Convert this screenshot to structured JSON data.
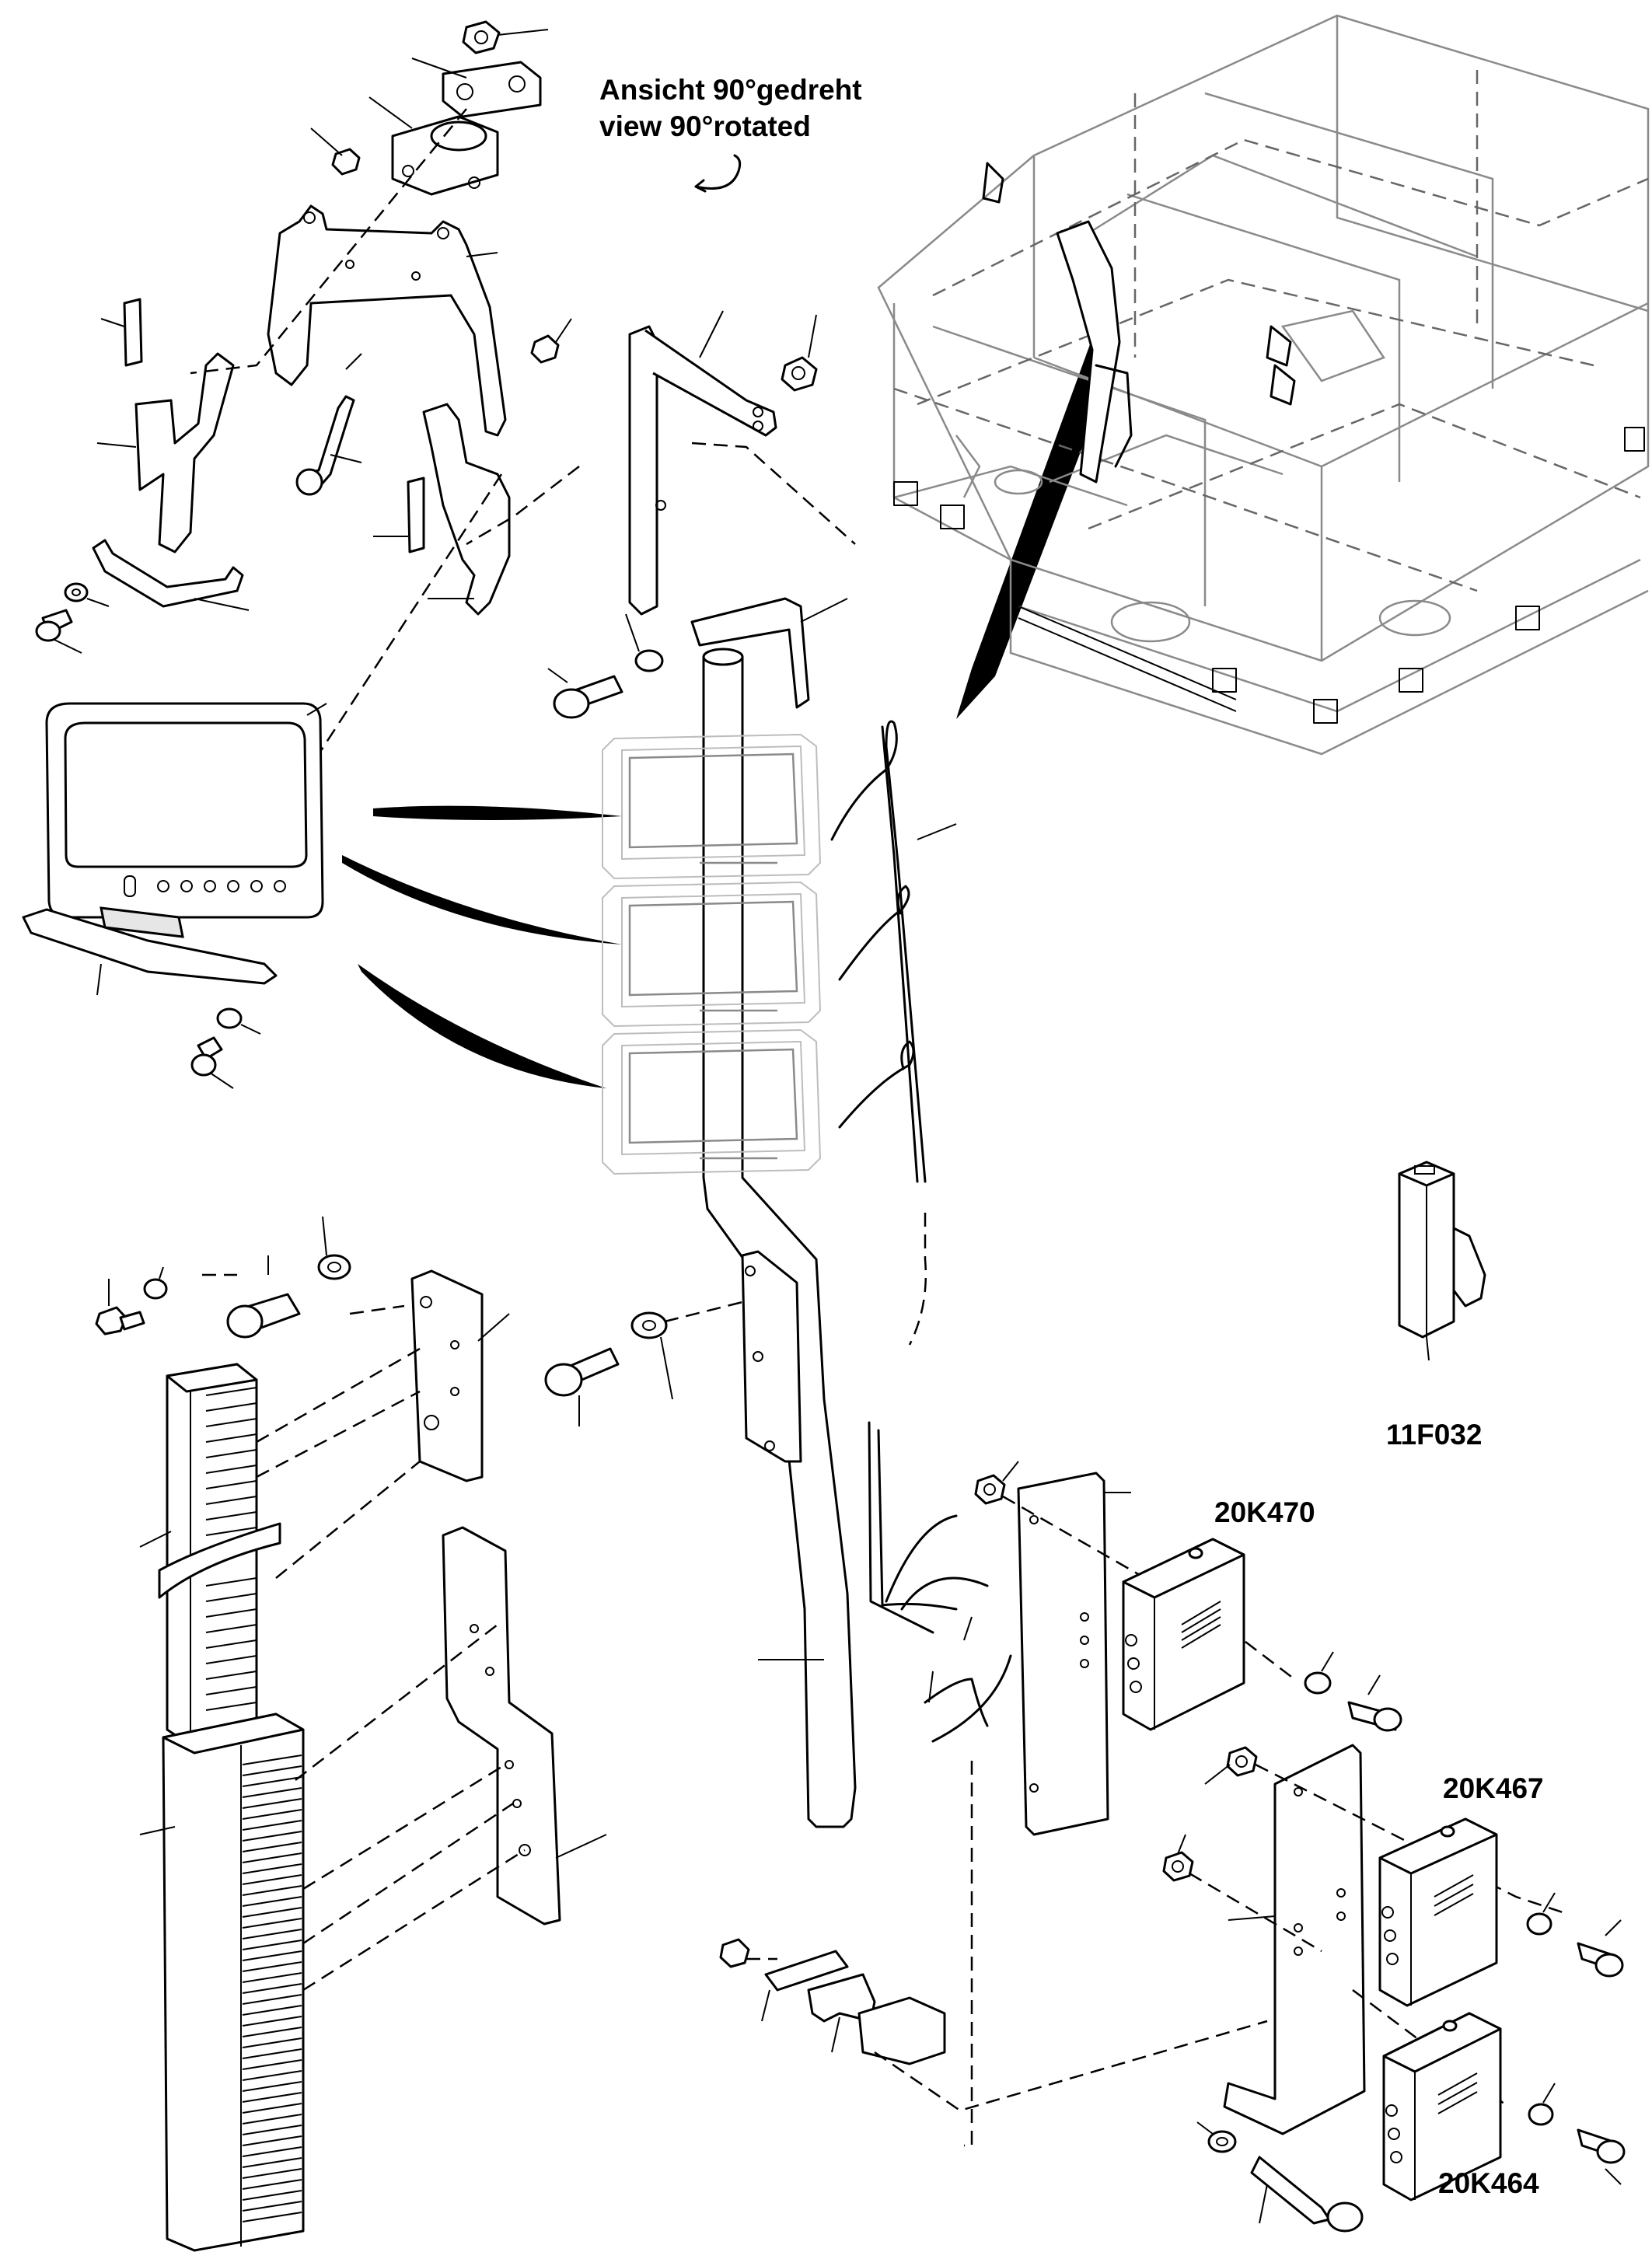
{
  "view_note": {
    "line1": "Ansicht 90°gedreht",
    "line2": "view 90°rotated"
  },
  "component_labels": {
    "fuse": "11F032",
    "module_top": "20K470",
    "module_middle": "20K467",
    "module_bottom": "20K464"
  }
}
